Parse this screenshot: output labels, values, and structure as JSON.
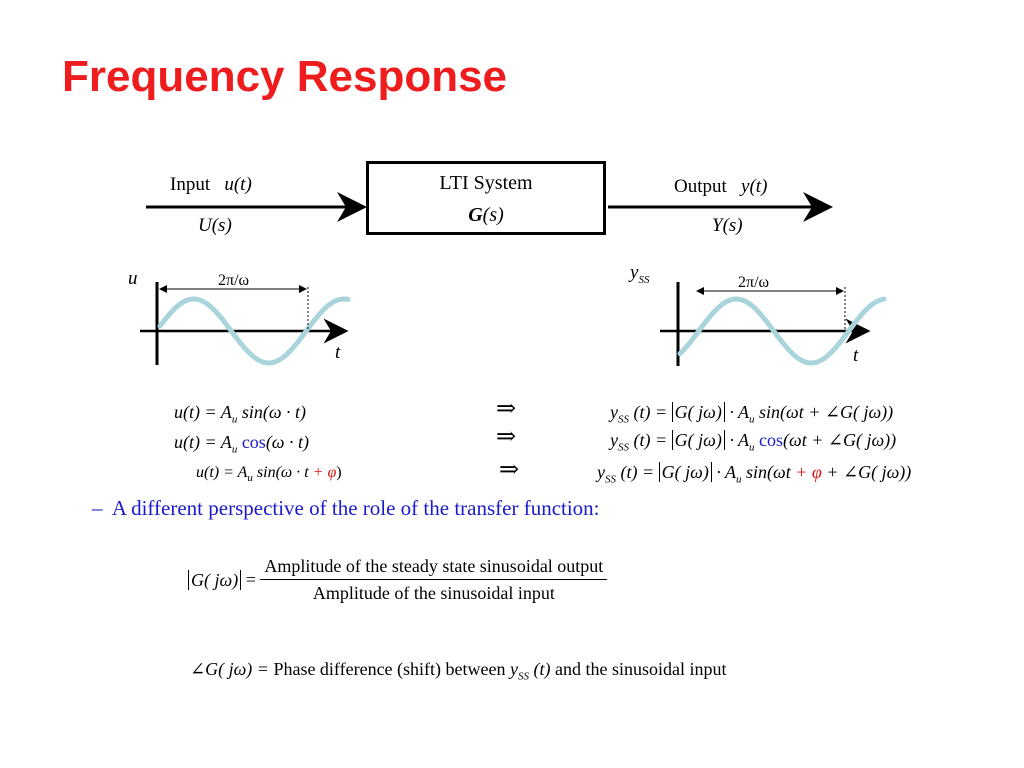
{
  "title": "Frequency Response",
  "diagram": {
    "input_label": "Input",
    "input_time": "u(t)",
    "input_laplace": "U(s)",
    "system_name": "LTI System",
    "system_tf_bold": "G",
    "system_tf_rest": "(s)",
    "output_label": "Output",
    "output_time": "y(t)",
    "output_laplace": "Y(s)"
  },
  "plots": {
    "left_ylabel": "u",
    "left_xlabel": "t",
    "left_period": "2π/ω",
    "right_ylabel": "y",
    "right_ylabel_sub": "SS",
    "right_xlabel": "t",
    "right_period": "2π/ω",
    "wave_color": "#a9d4dc"
  },
  "equations": {
    "implies": "⇒",
    "row1_left_a": "u(t) = A",
    "row1_left_sub": "u",
    "row1_left_b": " sin(ω · t)",
    "row1_right_a": "y",
    "row1_right_sub": "SS",
    "row1_right_b": " (t) = ",
    "row1_right_g": "G( jω)",
    "row1_right_c": " · A",
    "row1_right_csub": "u",
    "row1_right_d": " sin(ωt + ∠G( jω))",
    "row2_left_a": "u(t) = A",
    "row2_left_sub": "u",
    "row2_left_cos": " cos",
    "row2_left_b": "(ω · t)",
    "row2_right_a": "y",
    "row2_right_sub": "SS",
    "row2_right_b": " (t) = ",
    "row2_right_g": "G( jω)",
    "row2_right_c": " · A",
    "row2_right_csub": "u",
    "row2_right_cos": " cos",
    "row2_right_d": "(ωt + ∠G( jω))",
    "row3_left_a": "u(t) = A",
    "row3_left_sub": "u",
    "row3_left_b": " sin(ω · t ",
    "row3_left_phi": "+ φ",
    "row3_left_c": ")",
    "row3_right_a": "y",
    "row3_right_sub": "SS",
    "row3_right_b": " (t) = ",
    "row3_right_g": "G( jω)",
    "row3_right_c": " · A",
    "row3_right_csub": "u",
    "row3_right_d": " sin(ωt ",
    "row3_right_phi": "+ φ",
    "row3_right_e": " + ∠G( jω))"
  },
  "bullet": {
    "dash": "–",
    "text": "A different perspective of the role of the transfer function:"
  },
  "magnitude_def": {
    "lhs": "G( jω)",
    "eq": " = ",
    "numerator": "Amplitude of the steady state sinusoidal output",
    "denominator": "Amplitude of the sinusoidal input"
  },
  "phase_def": {
    "lhs": "∠G( jω) = ",
    "text_a": " Phase difference (shift) between ",
    "y": "y",
    "y_sub": "SS",
    "t": " (t)",
    "text_b": " and the sinusoidal input"
  }
}
